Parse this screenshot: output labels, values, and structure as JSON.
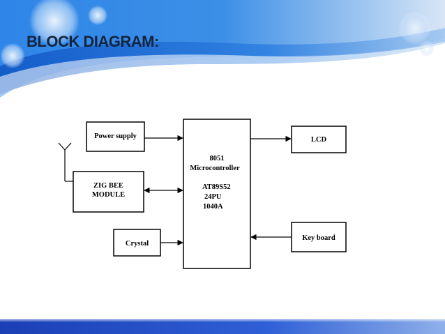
{
  "slide": {
    "title": "BLOCK DIAGRAM:"
  },
  "diagram": {
    "power_supply": "Power supply",
    "zigbee": [
      "ZIG BEE",
      "MODULE"
    ],
    "crystal": "Crystal",
    "mcu": [
      "8051",
      "Microcontroller",
      "AT89S52",
      "24PU",
      "1040A"
    ],
    "lcd": "LCD",
    "keyboard": "Key board"
  },
  "colors": {
    "header_blue": "#1f6fd6",
    "title_text": "#13243f",
    "footer_blue": "#2a55c8"
  }
}
